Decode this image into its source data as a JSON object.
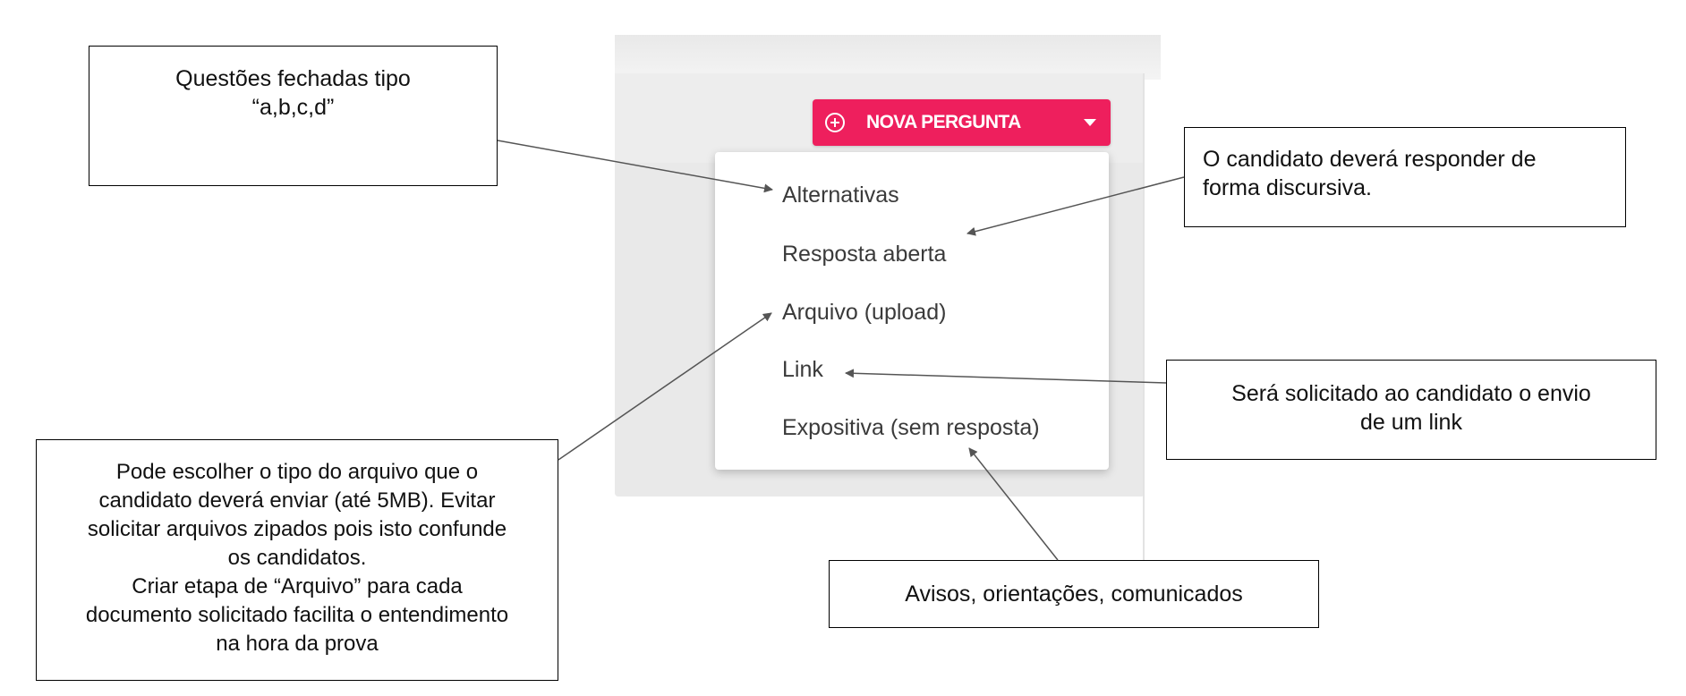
{
  "app": {
    "new_question_button": "NOVA PERGUNTA"
  },
  "menu": {
    "items": [
      "Alternativas",
      "Resposta aberta",
      "Arquivo (upload)",
      "Link",
      "Expositiva (sem resposta)"
    ]
  },
  "annotations": {
    "alternativas": [
      "Questões fechadas tipo",
      "“a,b,c,d”"
    ],
    "resposta_aberta": [
      "O candidato deverá responder de",
      "forma discursiva."
    ],
    "link": [
      "Será solicitado ao candidato o envio",
      "de um link"
    ],
    "arquivo": [
      "Pode escolher o tipo do arquivo que o",
      "candidato deverá enviar (até 5MB). Evitar",
      "solicitar arquivos zipados pois isto confunde",
      "os candidatos.",
      "Criar etapa de “Arquivo” para cada",
      "documento solicitado facilita o entendimento",
      "na hora da prova"
    ],
    "expositiva": [
      "Avisos, orientações, comunicados"
    ]
  },
  "colors": {
    "button": "#ee1f5d",
    "menu_bg": "#ffffff",
    "card_bg": "#eeeeee"
  },
  "icons": {
    "button_icon": "plus-circle-icon",
    "dropdown_icon": "caret-down-icon"
  }
}
